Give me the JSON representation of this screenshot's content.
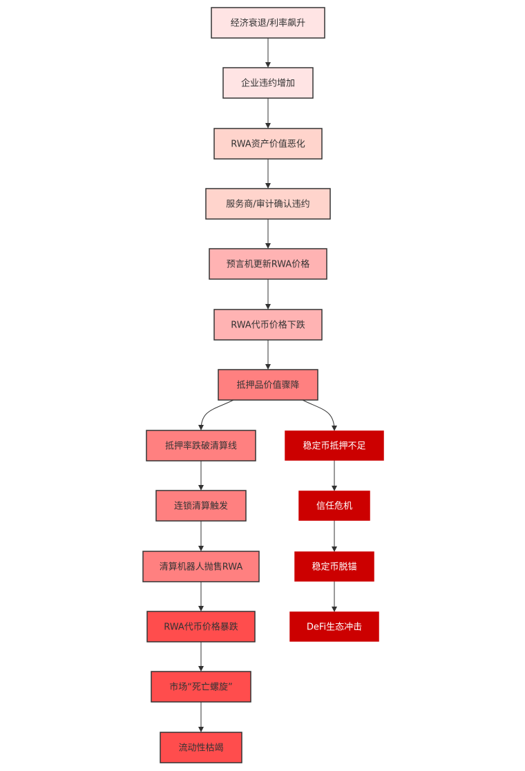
{
  "diagram": {
    "colors": {
      "tier1": "#ffe4e4",
      "tier2": "#ffd4cc",
      "tier3": "#ffb3b3",
      "tier4": "#ff8080",
      "tier5": "#ff4d4d",
      "critical": "#cc0000",
      "edge": "#333333"
    },
    "nodes": [
      {
        "id": "n1",
        "label": "经济衰退/利率飙升",
        "tier": "tier1"
      },
      {
        "id": "n2",
        "label": "企业违约增加",
        "tier": "tier1"
      },
      {
        "id": "n3",
        "label": "RWA资产价值恶化",
        "tier": "tier2"
      },
      {
        "id": "n4",
        "label": "服务商/审计确认违约",
        "tier": "tier2"
      },
      {
        "id": "n5",
        "label": "预言机更新RWA价格",
        "tier": "tier3"
      },
      {
        "id": "n6",
        "label": "RWA代币价格下跌",
        "tier": "tier3"
      },
      {
        "id": "n7",
        "label": "抵押品价值骤降",
        "tier": "tier4"
      },
      {
        "id": "n8",
        "label": "抵押率跌破清算线",
        "tier": "tier4"
      },
      {
        "id": "n9",
        "label": "连锁清算触发",
        "tier": "tier4"
      },
      {
        "id": "n10",
        "label": "清算机器人抛售RWA",
        "tier": "tier4"
      },
      {
        "id": "n11",
        "label": "RWA代币价格暴跌",
        "tier": "tier5"
      },
      {
        "id": "n12",
        "label": "市场“死亡螺旋”",
        "tier": "tier5"
      },
      {
        "id": "n13",
        "label": "流动性枯竭",
        "tier": "tier5"
      },
      {
        "id": "n14",
        "label": "稳定币抵押不足",
        "tier": "critical"
      },
      {
        "id": "n15",
        "label": "信任危机",
        "tier": "critical"
      },
      {
        "id": "n16",
        "label": "稳定币脱锚",
        "tier": "critical"
      },
      {
        "id": "n17",
        "label": "DeFi生态冲击",
        "tier": "critical"
      }
    ],
    "edges": [
      [
        "n1",
        "n2"
      ],
      [
        "n2",
        "n3"
      ],
      [
        "n3",
        "n4"
      ],
      [
        "n4",
        "n5"
      ],
      [
        "n5",
        "n6"
      ],
      [
        "n6",
        "n7"
      ],
      [
        "n7",
        "n8"
      ],
      [
        "n7",
        "n14"
      ],
      [
        "n8",
        "n9"
      ],
      [
        "n9",
        "n10"
      ],
      [
        "n10",
        "n11"
      ],
      [
        "n11",
        "n12"
      ],
      [
        "n12",
        "n13"
      ],
      [
        "n14",
        "n15"
      ],
      [
        "n15",
        "n16"
      ],
      [
        "n16",
        "n17"
      ]
    ]
  }
}
